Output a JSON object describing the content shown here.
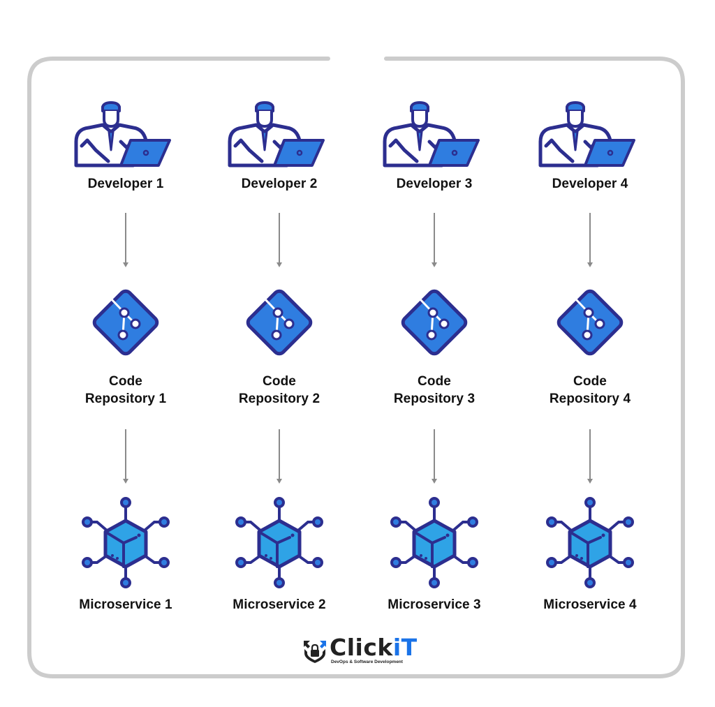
{
  "diagram": {
    "title": "",
    "columns": [
      {
        "developer": "Developer 1",
        "repo_line1": "Code",
        "repo_line2": "Repository 1",
        "service": "Microservice 1"
      },
      {
        "developer": "Developer 2",
        "repo_line1": "Code",
        "repo_line2": "Repository 2",
        "service": "Microservice 2"
      },
      {
        "developer": "Developer 3",
        "repo_line1": "Code",
        "repo_line2": "Repository 3",
        "service": "Microservice 3"
      },
      {
        "developer": "Developer 4",
        "repo_line1": "Code",
        "repo_line2": "Repository 4",
        "service": "Microservice 4"
      }
    ],
    "icons": {
      "developer": "developer-with-laptop-icon",
      "repository": "git-branch-icon",
      "service": "microservice-cube-icon"
    }
  },
  "colors": {
    "icon_outline": "#2c2e8f",
    "icon_fill_blue": "#2f7de0",
    "cube_fill": "#2fa3e6",
    "frame": "#cccccc",
    "arrow": "#8a8a8a",
    "text": "#111111"
  },
  "logo": {
    "name_main": "Click",
    "name_accent": "iT",
    "tagline": "DevOps & Software Development"
  }
}
